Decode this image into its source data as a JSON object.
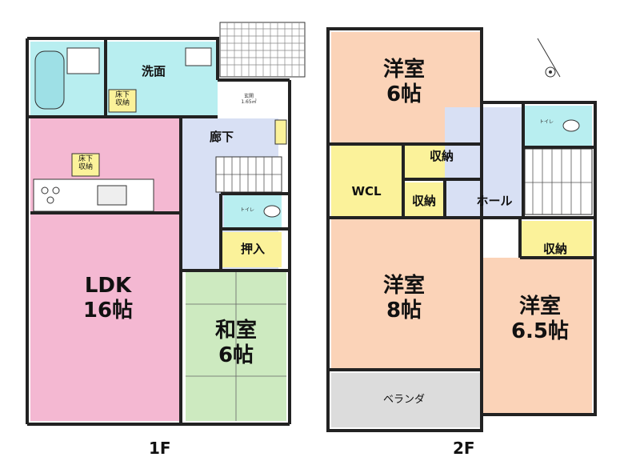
{
  "floor1": {
    "label": "1F",
    "washroom": "洗面",
    "underfloor_wash": [
      "床下",
      "収納"
    ],
    "hallway": "廊下",
    "underfloor_kitchen": [
      "床下",
      "収納"
    ],
    "ldk_name": "LDK",
    "ldk_size": "16帖",
    "toilet": "トイレ",
    "closet": "押入",
    "washitsu_name": "和室",
    "washitsu_size": "6帖",
    "entrance": [
      "玄関",
      "1.65㎡"
    ]
  },
  "floor2": {
    "label": "2F",
    "room1_name": "洋室",
    "room1_size": "6帖",
    "storage1": "収納",
    "wcl": "WCL",
    "storage2": "収納",
    "hall": "ホール",
    "toilet": "トイレ",
    "storage3": "収納",
    "room2_name": "洋室",
    "room2_size": "8帖",
    "room3_name": "洋室",
    "room3_size": "6.5帖",
    "balcony": "ベランダ"
  },
  "colors": {
    "pink": "#f4b8d2",
    "green": "#cdeac0",
    "blue": "#d8e0f4",
    "cyan": "#b8eef0",
    "peach": "#fbd3b8",
    "yellow": "#fbf29a",
    "gray": "#dcdcdc"
  },
  "north_icon": "north-arrow-icon"
}
